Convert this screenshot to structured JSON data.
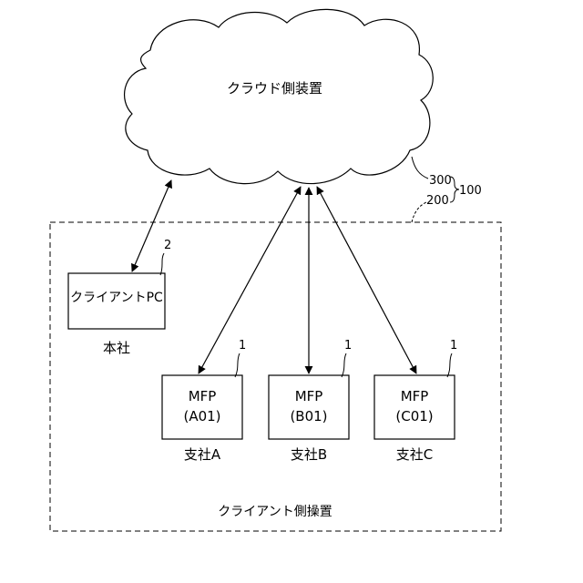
{
  "cloud": {
    "label": "クラウド側装置"
  },
  "client_area": {
    "label": "クライアント側操置"
  },
  "refs": {
    "cloud": "300",
    "client_area": "200",
    "system": "100",
    "client_pc": "2",
    "mfp": "1"
  },
  "headquarters": {
    "caption": "本社",
    "device_label": "クライアントPC"
  },
  "branches": [
    {
      "caption": "支社A",
      "device_name": "MFP",
      "device_id": "(A01)"
    },
    {
      "caption": "支社B",
      "device_name": "MFP",
      "device_id": "(B01)"
    },
    {
      "caption": "支社C",
      "device_name": "MFP",
      "device_id": "(C01)"
    }
  ],
  "colors": {
    "stroke": "#000000",
    "background": "#ffffff"
  }
}
